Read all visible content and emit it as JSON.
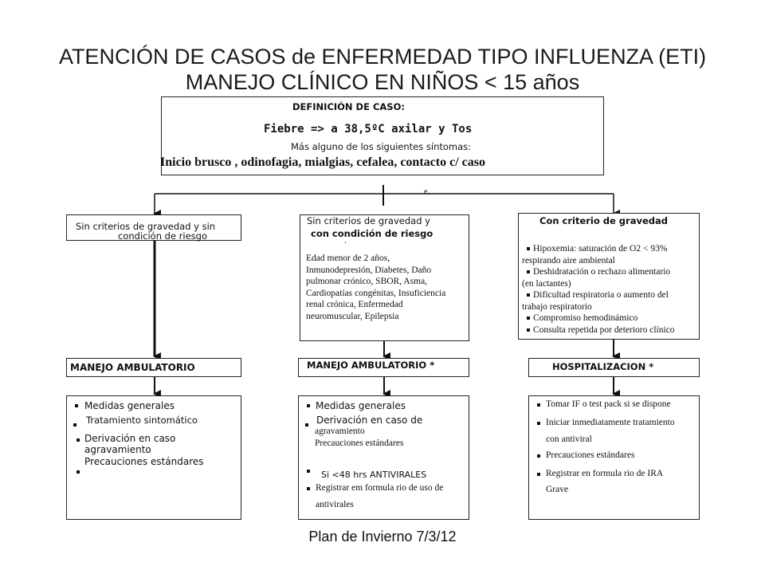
{
  "title": {
    "line1": "ATENCIÓN DE CASOS  de  ENFERMEDAD TIPO  INFLUENZA   (ETI)",
    "line2": "MANEJO CLÍNICO EN NIÑOS < 15 años"
  },
  "definition": {
    "heading": "DEFINICIÓN  DE CASO:",
    "criteria": "Fiebre => a 38,5ºC axilar  y Tos",
    "more": "Más alguno  de los siguientes  síntomas:",
    "symptoms": "Inicio brusco  , odinofagia, mialgias, cefalea, contacto c/ caso"
  },
  "branch_mark": "e.",
  "col1": {
    "header_line1": "Sin criterios  de gravedad y sin",
    "header_line2": "condición  de riesgo",
    "manejo": "MANEJO AMBULATORIO",
    "m_item1": "Medidas generales",
    "m_item2": "Tratamiento sintomático",
    "m_item3a": "Derivación en caso",
    "m_item3b": "agravamiento",
    "m_item4": "Precauciones estándares"
  },
  "col2": {
    "header_line1": "Sin criterios  de gravedad y",
    "header_line2": "con   condición  de riesgo",
    "dot": ".",
    "risk_lines": [
      "Edad menor de 2 años,",
      "Inmunodepresión, Diabetes, Daño",
      "pulmonar crónico, SBOR, Asma,",
      "Cardiopatías congénitas, Insuficiencia",
      "renal crónica, Enfermedad",
      "neuromuscular,  Epilepsia"
    ],
    "manejo": "MANEJO  AMBULATORIO  *",
    "m_item1": "Medidas generales",
    "m_item2": "Derivación en caso de",
    "m_item2b": "agravamiento",
    "m_item2c": "Precauciones estándares",
    "m_item3": "Si  <48 hrs ANTIVIRALES",
    "m_item4a": "Registrar em formula  rio de uso de",
    "m_item4b": "antivirales"
  },
  "col3": {
    "header": "Con criterio de gravedad",
    "items": [
      "Hipoxemia: saturación de O2 < 93%",
      "respirando aire ambiental",
      "Deshidratación  o rechazo alimentario",
      "(en lactantes)",
      "Dificultad respiratoria o aumento  del",
      "trabajo respiratorio",
      "Compromiso hemodinámico",
      "Consulta repetida por deterioro  clínico"
    ],
    "hosp": "HOSPITALIZACION  *",
    "h_item1": "Tomar IF o test pack si se dispone",
    "h_item2a": "Iniciar inmediatamente  tratamiento",
    "h_item2b": "con antiviral",
    "h_item3": "Precauciones estándares",
    "h_item4a": "Registrar en formula     rio de IRA",
    "h_item4b": "Grave"
  },
  "footer": "Plan de Invierno 7/3/12"
}
